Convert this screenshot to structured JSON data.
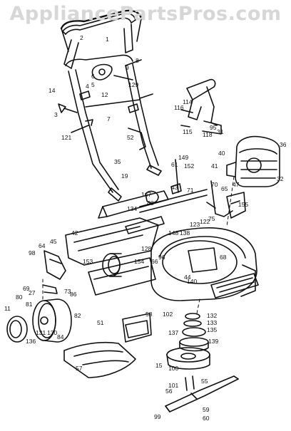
{
  "watermark": "AppliancePartsPros.com",
  "labels": [
    "1",
    "2",
    "3",
    "4",
    "5",
    "6",
    "7",
    "8",
    "9",
    "11",
    "12",
    "14",
    "15",
    "19",
    "27",
    "31",
    "32",
    "35",
    "36",
    "40",
    "41",
    "42",
    "43",
    "44",
    "45",
    "47",
    "48",
    "51",
    "52",
    "55",
    "56",
    "57",
    "58",
    "59",
    "60",
    "61",
    "64",
    "65",
    "66",
    "68",
    "69",
    "70",
    "71",
    "73",
    "75",
    "80",
    "81",
    "82",
    "84",
    "86",
    "95",
    "96",
    "98",
    "99",
    "100",
    "101",
    "102",
    "114",
    "115",
    "116",
    "118",
    "121",
    "122",
    "123",
    "128",
    "129",
    "130",
    "131",
    "132",
    "133",
    "134",
    "135",
    "136",
    "137",
    "138",
    "139",
    "140",
    "147",
    "148",
    "149",
    "152",
    "153",
    "154",
    "155"
  ]
}
